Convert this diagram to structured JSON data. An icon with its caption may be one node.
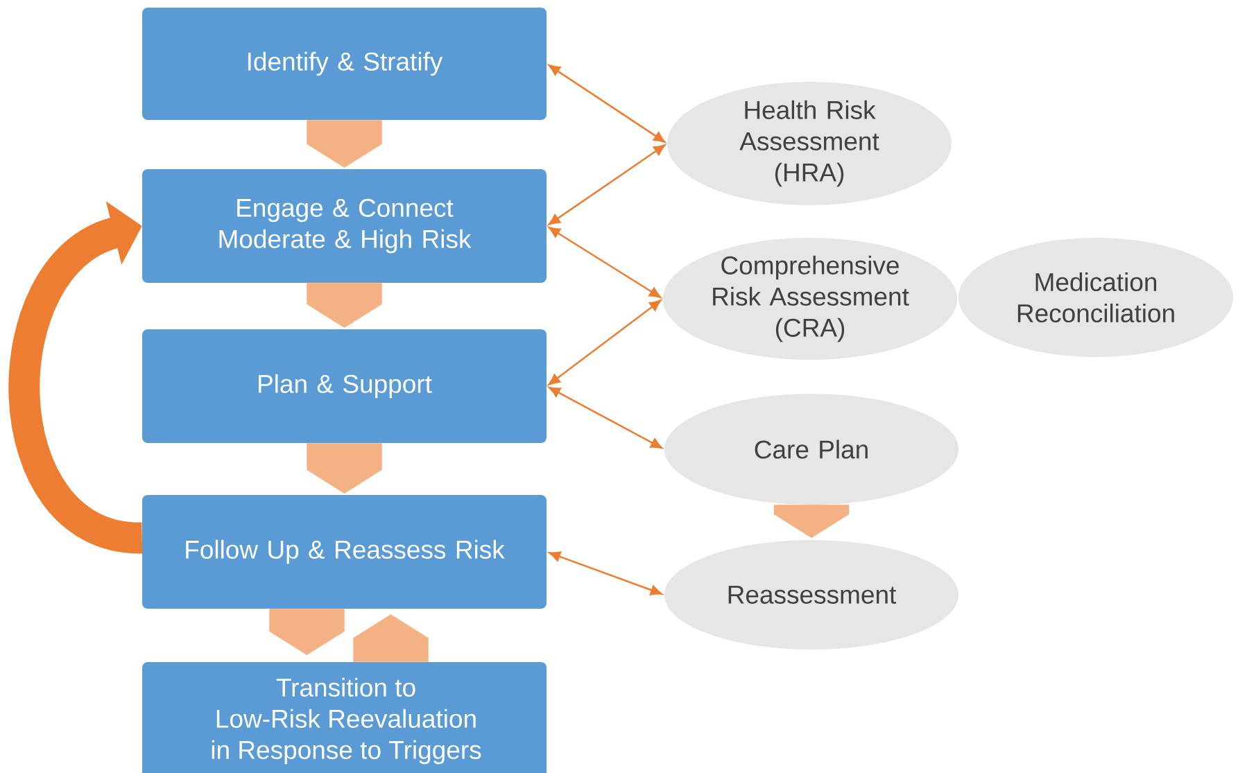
{
  "diagram": {
    "nodes": [
      {
        "text": [
          "Identify & Stratify"
        ]
      },
      {
        "text": [
          "Engage & Connect Moderate & High Risk"
        ]
      },
      {
        "text": [
          "Plan & Support"
        ]
      },
      {
        "text": [
          "Follow Up & Reassess Risk"
        ]
      },
      {
        "text": [
          "Transition to Low-Risk Reevaluation in Response to Triggers"
        ]
      },
      {
        "text": [
          "Health Risk Assessment (HRA)"
        ]
      },
      {
        "text": [
          "Comprehensive Risk Assessment (CRA)"
        ]
      },
      {
        "text": [
          "Medication Reconciliation"
        ]
      },
      {
        "text": [
          "Care Plan"
        ]
      },
      {
        "text": [
          "Reassessment"
        ]
      }
    ],
    "edges": [
      {
        "from": 0,
        "to": 1,
        "arrow": "to",
        "style": "thick",
        "color": "#f4b183"
      },
      {
        "from": 1,
        "to": 2,
        "arrow": "to",
        "style": "thick",
        "color": "#f4b183"
      },
      {
        "from": 2,
        "to": 3,
        "arrow": "to",
        "style": "thick",
        "color": "#f4b183"
      },
      {
        "from": 3,
        "to": 4,
        "arrow": "to",
        "style": "thick",
        "color": "#f4b183"
      },
      {
        "from": 4,
        "to": 3,
        "arrow": "to",
        "style": "thick",
        "color": "#f4b183"
      },
      {
        "from": 8,
        "to": 9,
        "arrow": "to",
        "style": "thick",
        "color": "#f4b183"
      },
      {
        "from": 3,
        "to": 1,
        "arrow": "to",
        "style": "thick"
      },
      {
        "from": 0,
        "to": 5,
        "arrow": "both"
      },
      {
        "from": 1,
        "to": 5,
        "arrow": "both"
      },
      {
        "from": 1,
        "to": 6,
        "arrow": "both"
      },
      {
        "from": 2,
        "to": 6,
        "arrow": "both"
      },
      {
        "from": 2,
        "to": 8,
        "arrow": "both"
      },
      {
        "from": 3,
        "to": 9,
        "arrow": "both"
      }
    ]
  }
}
